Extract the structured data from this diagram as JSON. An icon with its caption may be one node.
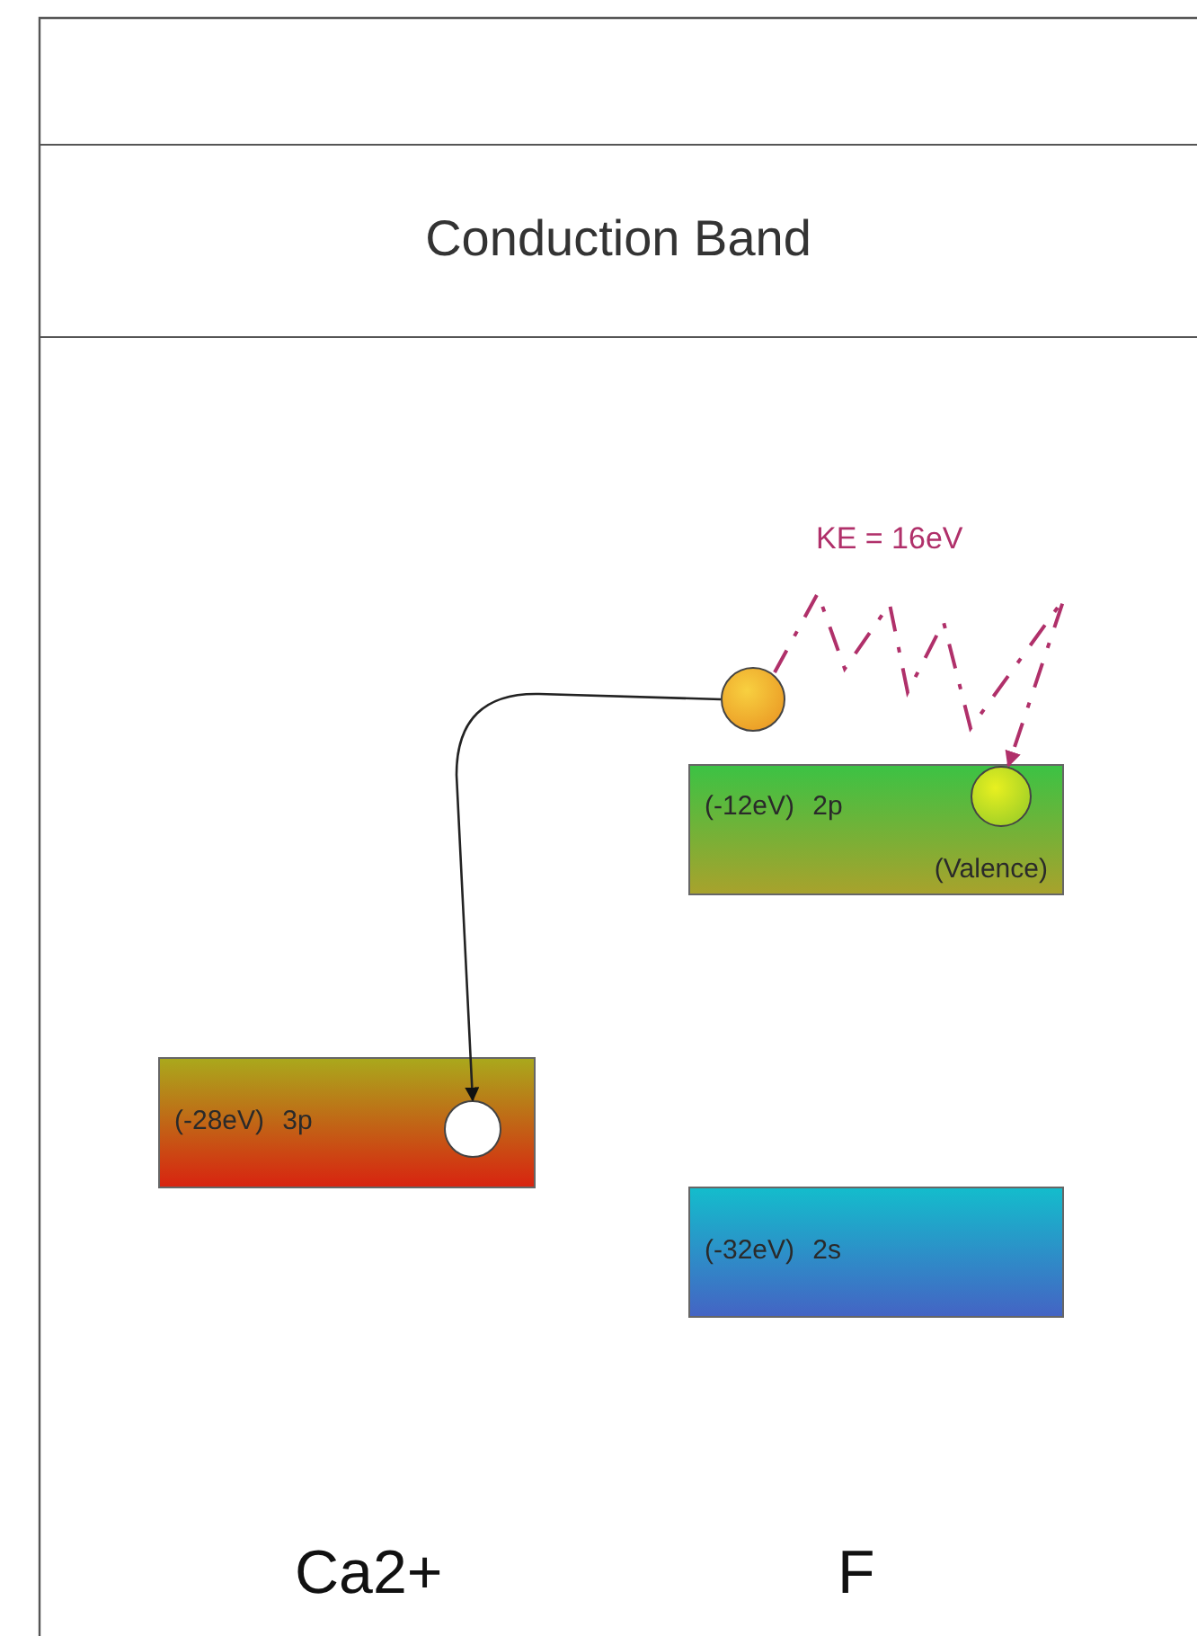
{
  "diagram": {
    "nodes": [
      {
        "text": [
          "Conduction Band"
        ]
      },
      {
        "text": [
          "(-12eV) 2p",
          "(Valence)"
        ]
      },
      {
        "text": [
          "(-28eV) 3p"
        ]
      },
      {
        "text": [
          "(-32eV) 2s"
        ]
      },
      {
        "text": [],
        "shape": "circle"
      },
      {
        "text": [],
        "shape": "circle",
        "in": 1
      },
      {
        "text": [],
        "shape": "circle",
        "in": 2
      }
    ],
    "edges": [
      {
        "from": 4,
        "to": 6,
        "arrow": "to"
      },
      {
        "from": 4,
        "to": 5,
        "arrow": "to",
        "label": "KE = 16eV",
        "style": "dashed",
        "color": "#b0306a"
      }
    ],
    "labels": [
      "Ca2+",
      "F"
    ]
  }
}
